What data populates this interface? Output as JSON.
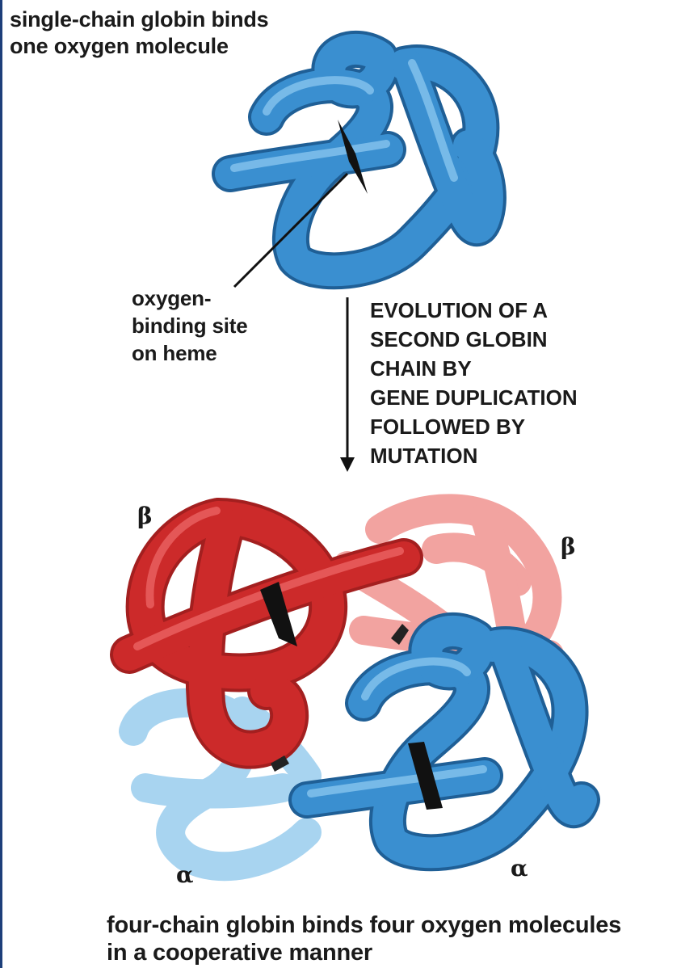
{
  "top_title": [
    "single-chain globin binds",
    "one oxygen molecule"
  ],
  "site_label": [
    "oxygen-",
    "binding site",
    "on heme"
  ],
  "evolution_label": [
    "EVOLUTION OF A",
    "SECOND GLOBIN",
    "CHAIN BY",
    "GENE DUPLICATION",
    "FOLLOWED BY",
    "MUTATION"
  ],
  "subunit_labels": {
    "beta_left": "β",
    "beta_right": "β",
    "alpha_left": "α",
    "alpha_right": "α"
  },
  "caption": [
    "four-chain globin binds four oxygen molecules",
    "in a cooperative manner"
  ],
  "colors": {
    "globin_blue": "#3a8fd0",
    "light_blue": "#a8d4f0",
    "red": "#cc2a2a",
    "pink": "#f2a3a0",
    "heme": "#111111",
    "frame": "#1d3f7a"
  }
}
